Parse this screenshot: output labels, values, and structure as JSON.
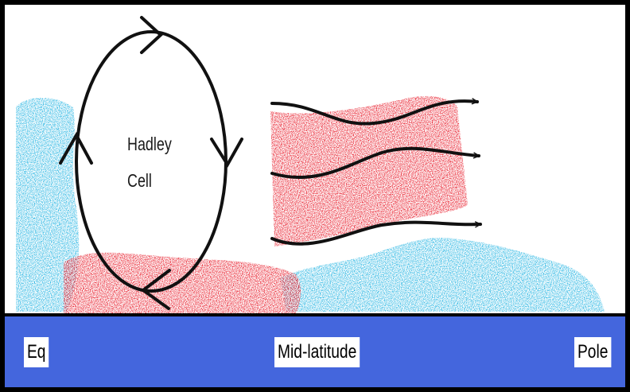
{
  "diagram": {
    "cell_label_line1": "Hadley",
    "cell_label_line2": "Cell",
    "ground_labels": {
      "equator": "Eq",
      "mid_latitude": "Mid-latitude",
      "pole": "Pole"
    }
  },
  "colors": {
    "cold_air": "#29b6e3",
    "warm_air": "#e8202e",
    "ground": "#4466dd",
    "frame": "#000000",
    "ink": "#111111"
  }
}
